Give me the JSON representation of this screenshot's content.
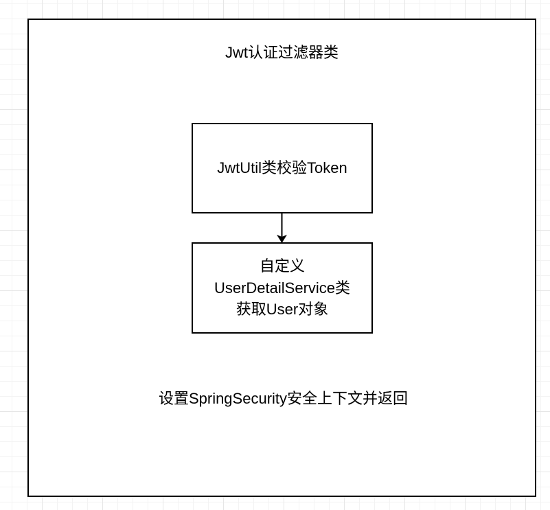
{
  "container": {
    "title": "Jwt认证过滤器类",
    "footer": "设置SpringSecurity安全上下文并返回"
  },
  "nodes": [
    {
      "lines": [
        "JwtUtil类校验Token"
      ]
    },
    {
      "lines": [
        "自定义",
        "UserDetailService类",
        "获取User对象"
      ]
    }
  ]
}
